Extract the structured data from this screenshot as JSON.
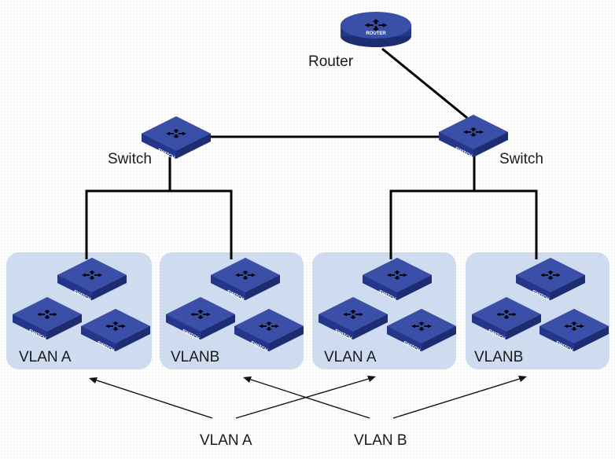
{
  "router": {
    "label": "Router",
    "badge": "ROUTER"
  },
  "core_switches": [
    {
      "label": "Switch",
      "badge": "SWITCH"
    },
    {
      "label": "Switch",
      "badge": "SWITCH"
    }
  ],
  "vlan_groups": [
    {
      "label": "VLAN A",
      "badge": "SWITCH"
    },
    {
      "label": "VLANB",
      "badge": "SWITCH"
    },
    {
      "label": "VLAN A",
      "badge": "SWITCH"
    },
    {
      "label": "VLANB",
      "badge": "SWITCH"
    }
  ],
  "legend": [
    {
      "label": "VLAN A"
    },
    {
      "label": "VLAN B"
    }
  ],
  "colors": {
    "device_top": "#3a4fa8",
    "device_side": "#1e2c72",
    "group_background": "#cfdbee",
    "wire": "#000000"
  },
  "icons": {
    "router": "router-icon",
    "switch": "switch-icon"
  }
}
